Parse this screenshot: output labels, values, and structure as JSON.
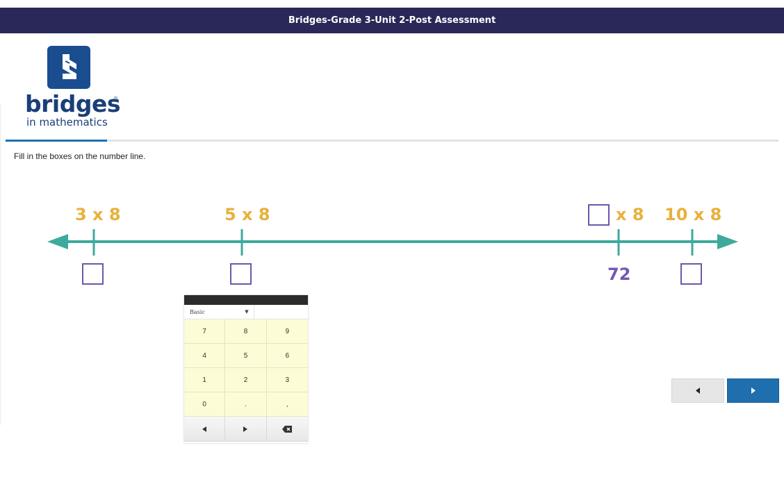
{
  "header": {
    "title": "Bridges-Grade 3-Unit 2-Post Assessment"
  },
  "brand": {
    "name": "bridges",
    "subtitle": "in mathematics",
    "registered": "®"
  },
  "question": {
    "prompt": "Fill in the boxes on the number line."
  },
  "number_line": {
    "top_labels": [
      {
        "text": "3 x 8",
        "answer_box": false
      },
      {
        "text": "5 x 8",
        "answer_box": false
      },
      {
        "text": "x 8",
        "answer_box": true
      },
      {
        "text": "10 x 8",
        "answer_box": false
      }
    ],
    "bottom_values": [
      {
        "value": "",
        "answer_box": true
      },
      {
        "value": "",
        "answer_box": true
      },
      {
        "value": "72",
        "answer_box": false
      },
      {
        "value": "",
        "answer_box": true
      }
    ],
    "colors": {
      "line": "#3daa9c",
      "label": "#e8b13c",
      "box": "#6c57ad",
      "value": "#7258b3"
    }
  },
  "calculator": {
    "mode": "Basic",
    "keys": [
      "7",
      "8",
      "9",
      "4",
      "5",
      "6",
      "1",
      "2",
      "3",
      "0",
      ".",
      ","
    ],
    "nav_icons": [
      "arrow-left-icon",
      "arrow-right-icon",
      "backspace-icon"
    ]
  },
  "navigation": {
    "prev_icon": "prev-arrow-icon",
    "next_icon": "next-arrow-icon",
    "colors": {
      "prev": "#e6e6e6",
      "next": "#1f6fae"
    }
  }
}
